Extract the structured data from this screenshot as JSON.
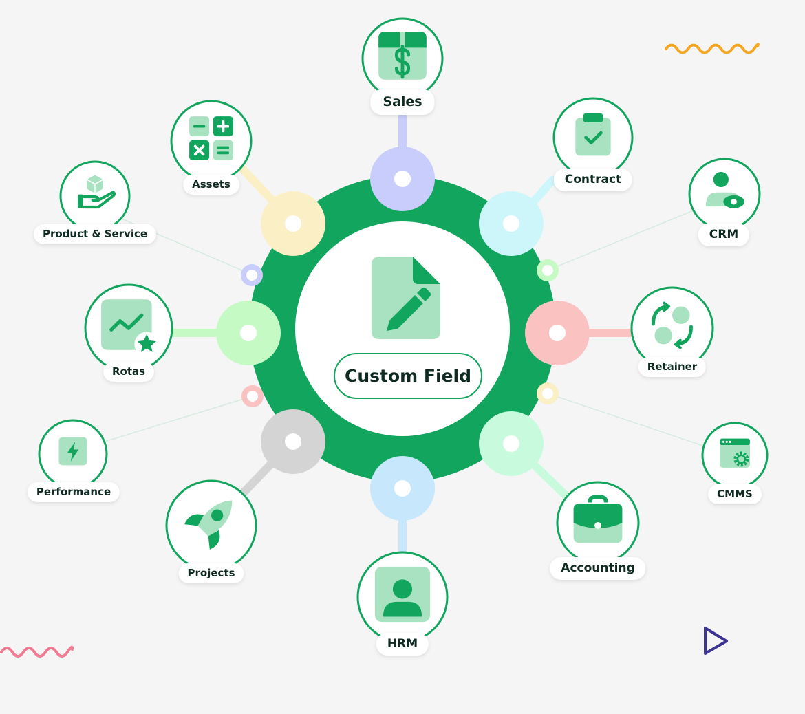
{
  "center": {
    "label": "Custom Field",
    "icon": "edit-document-icon"
  },
  "colors": {
    "primary": "#12a55e",
    "icon_light": "#a8e2c0",
    "background": "#f5f5f5",
    "text": "#0f2a22",
    "knob_colors": [
      "#c9cdfb",
      "#cdf6fb",
      "#c6fac5",
      "#fbc2c2",
      "#c8fbdd",
      "#c6e7fc",
      "#d4d4d4",
      "#c8fcc0",
      "#fbefc5"
    ],
    "decor": [
      "#f5a623",
      "#f07c93",
      "#3e3494"
    ]
  },
  "modules": [
    {
      "label": "Sales",
      "icon": "dollar-box-icon"
    },
    {
      "label": "Contract",
      "icon": "clipboard-check-icon"
    },
    {
      "label": "CRM",
      "icon": "user-eye-icon"
    },
    {
      "label": "Retainer",
      "icon": "cycle-icon"
    },
    {
      "label": "CMMS",
      "icon": "browser-gear-icon"
    },
    {
      "label": "Accounting",
      "icon": "briefcase-icon"
    },
    {
      "label": "HRM",
      "icon": "user-card-icon"
    },
    {
      "label": "Projects",
      "icon": "rocket-icon"
    },
    {
      "label": "Performance",
      "icon": "lightning-icon"
    },
    {
      "label": "Rotas",
      "icon": "chart-star-icon"
    },
    {
      "label": "Product & Service",
      "icon": "hand-box-icon"
    },
    {
      "label": "Assets",
      "icon": "calculator-icon"
    }
  ]
}
